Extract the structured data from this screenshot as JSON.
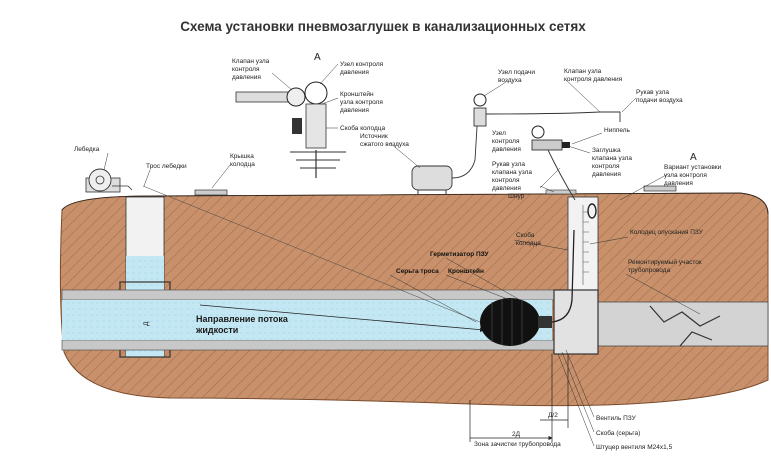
{
  "title": "Схема установки пневмозаглушек в канализационных сетях",
  "section_marker_a": "А",
  "section_marker_a2": "A",
  "flow_label_line1": "Направление потока",
  "flow_label_line2": "жидкости",
  "labels": {
    "valve_unit_1": "Клапан узла",
    "valve_unit_2": "контроля",
    "valve_unit_3": "давления",
    "pressure_node_1": "Узел контроля",
    "pressure_node_2": "давления",
    "bracket_1": "Кронштейн",
    "bracket_2": "узла контроля",
    "bracket_3": "давления",
    "manhole_bracket": "Скоба колодца",
    "air_source_1": "Источник",
    "air_source_2": "сжатого воздуха",
    "winch": "Лебедка",
    "winch_cable": "Трос лебедки",
    "manhole_cover_1": "Крышка",
    "manhole_cover_2": "колодца",
    "air_supply_node_1": "Узел подачи",
    "air_supply_node_2": "воздуха",
    "valve_unit_b_1": "Клапан узла",
    "valve_unit_b_2": "контроля давления",
    "air_hose_1": "Рукав узла",
    "air_hose_2": "подачи воздуха",
    "nipple": "Ниппель",
    "pressure_node_b_1": "Узел",
    "pressure_node_b_2": "контроля",
    "pressure_node_b_3": "давления",
    "plug_1": "Заглушка",
    "plug_2": "клапана узла",
    "plug_3": "контроля",
    "plug_4": "давления",
    "hose_valve_1": "Рукав узла",
    "hose_valve_2": "клапана узла",
    "hose_valve_3": "контроля",
    "hose_valve_4": "давления",
    "hose_short": "Шнур",
    "variant_1": "Вариант установки",
    "variant_2": "узла контроля",
    "variant_3": "давления",
    "manhole_bracket_2_1": "Скоба",
    "manhole_bracket_2_2": "колодца",
    "descent_well": "Колодец опускания ПЗУ",
    "repair_1": "Ремонтируемый участок",
    "repair_2": "трубопровода",
    "sealer": "Герметизатор ПЗУ",
    "cable_earring": "Серьга троса",
    "bracket_pzu": "Кронштейн",
    "valve_pzu": "Вентиль ПЗУ",
    "shackle": "Скоба (серьга)",
    "fitting": "Штуцер вентиля М24х1,5",
    "dim_d": "Д",
    "dim_d2": "Д/2",
    "dim_2d": "2Д",
    "cleaning_zone": "Зона зачистки трубопровода"
  },
  "colors": {
    "soil": "#c9916b",
    "soil_dark": "#a86e49",
    "water": "#bfe6f2",
    "pipe_wall": "#bdbdbd",
    "pzu": "#111111"
  }
}
